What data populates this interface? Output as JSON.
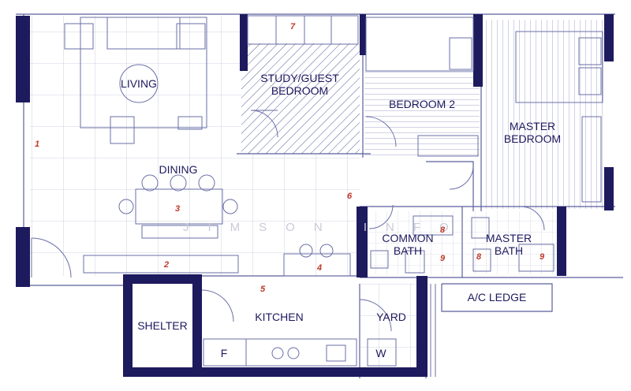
{
  "rooms": {
    "living": "LIVING",
    "study": "STUDY/GUEST\nBEDROOM",
    "bedroom2": "BEDROOM 2",
    "master_bedroom": "MASTER\nBEDROOM",
    "dining": "DINING",
    "common_bath": "COMMON\nBATH",
    "master_bath": "MASTER\nBATH",
    "ac_ledge": "A/C LEDGE",
    "shelter": "SHELTER",
    "kitchen": "KITCHEN",
    "yard": "YARD",
    "fridge": "F",
    "washer": "W"
  },
  "markers": [
    "1",
    "2",
    "3",
    "4",
    "5",
    "6",
    "7",
    "8",
    "9",
    "8",
    "9"
  ],
  "watermark": "JIMSON INFO",
  "colors": {
    "wall": "#1e1a5e",
    "line": "#5a5f9c",
    "grid": "#c3c6dc",
    "marker": "#c0392b"
  }
}
